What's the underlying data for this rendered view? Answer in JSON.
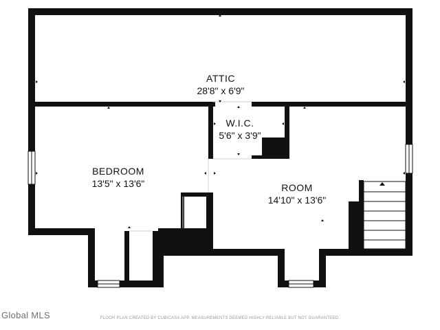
{
  "rooms": {
    "attic": {
      "name": "ATTIC",
      "dims": "28'8\" x 6'9\""
    },
    "wic": {
      "name": "W.I.C.",
      "dims": "5'6\" x 3'9\""
    },
    "bedroom": {
      "name": "BEDROOM",
      "dims": "13'5\" x 13'6\""
    },
    "room": {
      "name": "ROOM",
      "dims": "14'10\" x 13'6\""
    }
  },
  "watermark": "Global MLS",
  "footer_note": "FLOOR PLAN CREATED BY CUBICASA APP. MEASUREMENTS DEEMED HIGHLY RELIABLE BUT NOT GUARANTEED.",
  "colors": {
    "wall": "#111111",
    "background": "#ffffff",
    "window": "#d9d9d9"
  }
}
